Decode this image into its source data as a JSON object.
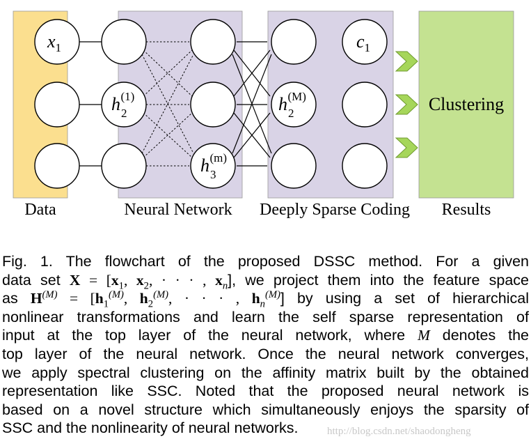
{
  "figure": {
    "stage_labels": {
      "data": "Data",
      "neural_network": "Neural Network",
      "sparse_coding": "Deeply Sparse Coding",
      "results": "Results"
    },
    "node_labels": {
      "x1_base": "x",
      "x1_sub": "1",
      "h2_1_base": "h",
      "h2_1_sub": "2",
      "h2_1_sup": "(1)",
      "h3_m_base": "h",
      "h3_m_sub": "3",
      "h3_m_sup": "(m)",
      "h2_M_base": "h",
      "h2_M_sub": "2",
      "h2_M_sup": "(M)",
      "c1_base": "c",
      "c1_sub": "1"
    },
    "results_box_label": "Clustering",
    "colors": {
      "data_panel": "#fbdf8f",
      "network_panel": "#d9d3e6",
      "results_panel": "#c4e291",
      "arrow": "#a6d65a",
      "node_fill": "#ffffff",
      "stroke": "#000000"
    }
  },
  "caption": {
    "lines": [
      {
        "t1": "Fig. 1.  The flowchart of the proposed DSSC method. For a given"
      },
      {
        "t1": "data set ",
        "m1": "X",
        "t2": " = [",
        "m2": "x",
        "s2": "1",
        "t3": ", ",
        "m3": "x",
        "s3": "2",
        "t4": ", · · · , ",
        "m4": "x",
        "s4": "n",
        "t5": "], we project them into the feature space"
      },
      {
        "t1": "as ",
        "m1": "H",
        "p1": "(M)",
        "t2": " = [",
        "m2": "h",
        "s2": "1",
        "p2": "(M)",
        "t3": ", ",
        "m3": "h",
        "s3": "2",
        "p3": "(M)",
        "t4": ", · · · , ",
        "m4": "h",
        "s4": "n",
        "p4": "(M)",
        "t5": "] by using a set of hierarchical"
      },
      {
        "t1": "nonlinear transformations and learn the self sparse representation of"
      },
      {
        "t1": "input at the top layer of the neural network, where ",
        "m1": "M",
        "t2": " denotes the"
      },
      {
        "t1": "top layer of the neural network. Once the neural network converges,"
      },
      {
        "t1": "we apply spectral clustering on the affinity matrix built by the obtained"
      },
      {
        "t1": "representation like SSC. Noted that the proposed neural network is"
      },
      {
        "t1": "based on a novel structure which simultaneously enjoys the sparsity of"
      },
      {
        "t1": "SSC and the nonlinearity of neural networks."
      }
    ]
  },
  "watermark": "http://blog.csdn.net/shaodongheng"
}
